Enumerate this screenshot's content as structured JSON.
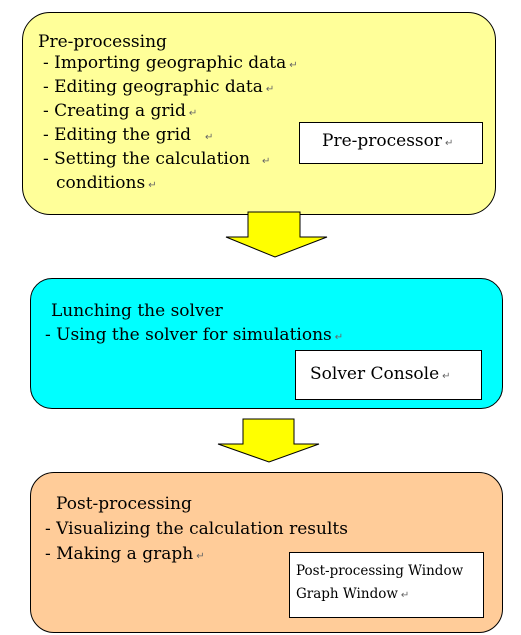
{
  "colors": {
    "preprocessing_fill": "#ffff99",
    "solver_fill": "#00ffff",
    "postprocessing_fill": "#ffcc99",
    "arrow_fill": "#ffff00"
  },
  "return_mark": "↵",
  "preprocessing": {
    "title": "Pre-processing",
    "items": [
      "- Importing geographic data",
      "- Editing geographic data",
      "- Creating a grid",
      "- Editing the grid",
      "- Setting the calculation",
      "conditions"
    ],
    "tool": "Pre-processor"
  },
  "solver": {
    "title": "Lunching the solver",
    "items": [
      "- Using the solver for simulations"
    ],
    "tool": "Solver Console"
  },
  "postprocessing": {
    "title": "Post-processing",
    "items": [
      "- Visualizing the calculation results",
      "- Making a graph"
    ],
    "tools": [
      "Post-processing Window",
      "Graph Window"
    ]
  }
}
